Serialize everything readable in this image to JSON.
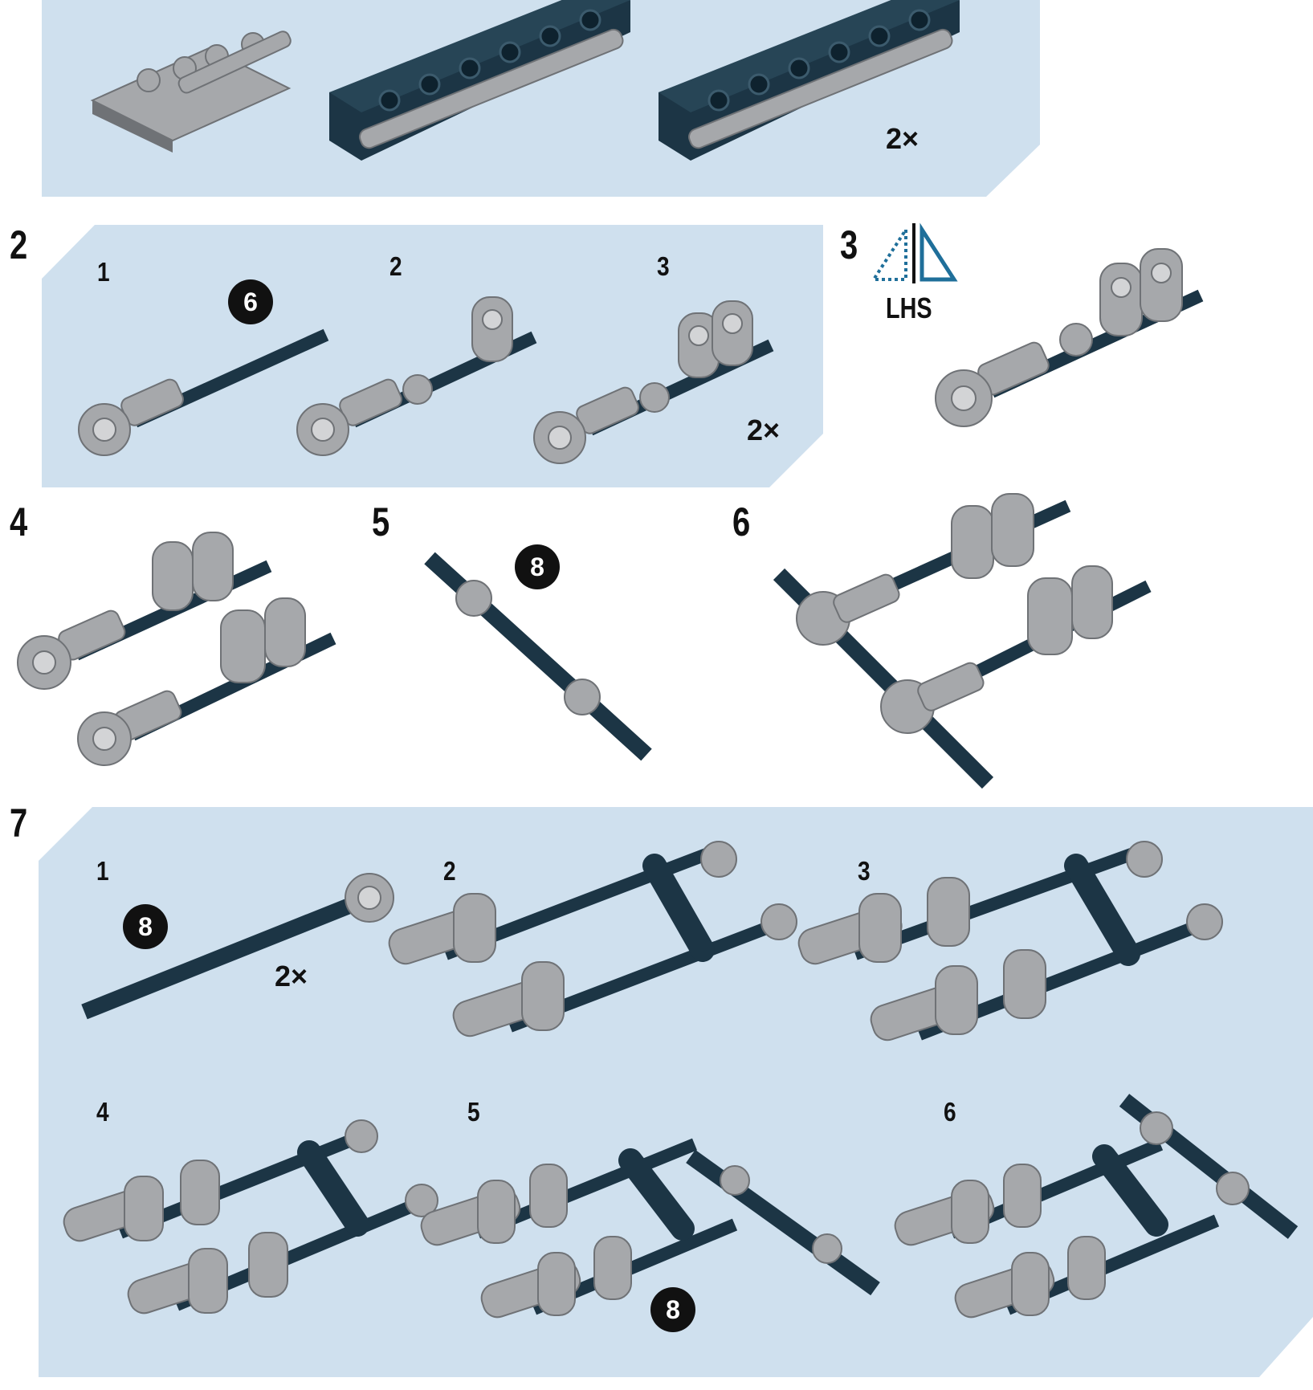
{
  "colors": {
    "panel": "#cfe0ee",
    "dark_part": "#1c3545",
    "light_part": "#a6a8ab",
    "light_part_edge": "#6f7276",
    "mirror_icon": "#1f6f9a"
  },
  "top_panel": {
    "multiplier": "2×"
  },
  "step2": {
    "number": "2",
    "substeps": [
      "1",
      "2",
      "3"
    ],
    "badge": "6",
    "multiplier": "2×"
  },
  "step3": {
    "number": "3",
    "mirror_icon": "mirror-symmetry-icon",
    "side_label": "LHS"
  },
  "step4": {
    "number": "4"
  },
  "step5": {
    "number": "5",
    "badge": "8"
  },
  "step6": {
    "number": "6"
  },
  "step7": {
    "number": "7",
    "substeps": [
      "1",
      "2",
      "3",
      "4",
      "5",
      "6"
    ],
    "badge_1": "8",
    "multiplier": "2×",
    "badge_5": "8"
  }
}
